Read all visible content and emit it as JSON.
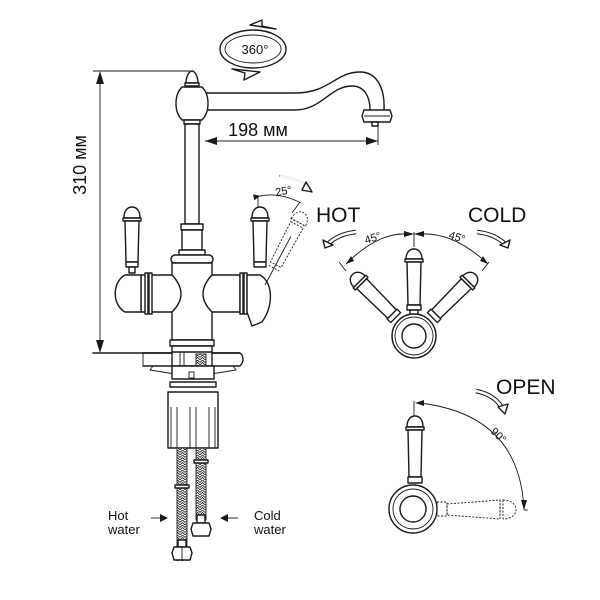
{
  "diagram": {
    "title": "Kitchen faucet dimension diagram",
    "rotation_label": "360°",
    "height_dimension": "310 мм",
    "reach_dimension": "198 мм",
    "tilt_angle": "25°",
    "hot_label": "HOT",
    "cold_label": "COLD",
    "hot_angle": "45°",
    "cold_angle": "45°",
    "open_label": "OPEN",
    "open_angle": "90°",
    "hot_water": [
      "Hot",
      "water"
    ],
    "cold_water": [
      "Cold",
      "water"
    ]
  }
}
